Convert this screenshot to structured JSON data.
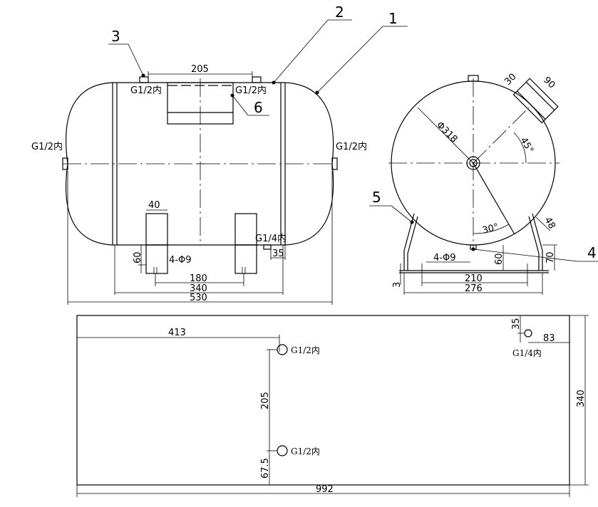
{
  "front_view": {
    "dims": {
      "top_spacing": "205",
      "saddle_width": "40",
      "saddle_height": "60",
      "bolt_holes": "4-Φ9",
      "bolt_spacing": "180",
      "saddle_spacing": "340",
      "overall_length": "530",
      "drain_offset": "35"
    },
    "ports": {
      "top_left": "G1/2内",
      "top_right": "G1/2内",
      "end_left": "G1/2内",
      "end_right": "G1/2内",
      "bottom": "G1/4内"
    },
    "callouts": [
      "1",
      "2",
      "3",
      "6"
    ]
  },
  "side_view": {
    "dims": {
      "diameter": "Φ318",
      "nozzle_height": "30",
      "nozzle_width": "90",
      "angle_upper": "45°",
      "angle_lower": "30°",
      "leg_size": "48",
      "leg_height": "70",
      "bolt_holes": "4-Φ9",
      "bottom_offset": "60",
      "plate_thickness": "3",
      "hole_spacing": "210",
      "base_width": "276"
    },
    "callouts": [
      "4",
      "5"
    ]
  },
  "plate_view": {
    "dims": {
      "offset_x": "413",
      "port_spacing": "205",
      "bottom_offset": "67.5",
      "plate_length": "992",
      "plate_width": "340",
      "small_port_y": "35",
      "small_port_x": "83"
    },
    "ports": {
      "upper": "G1/2内",
      "lower": "G1/2内",
      "small": "G1/4内"
    }
  }
}
